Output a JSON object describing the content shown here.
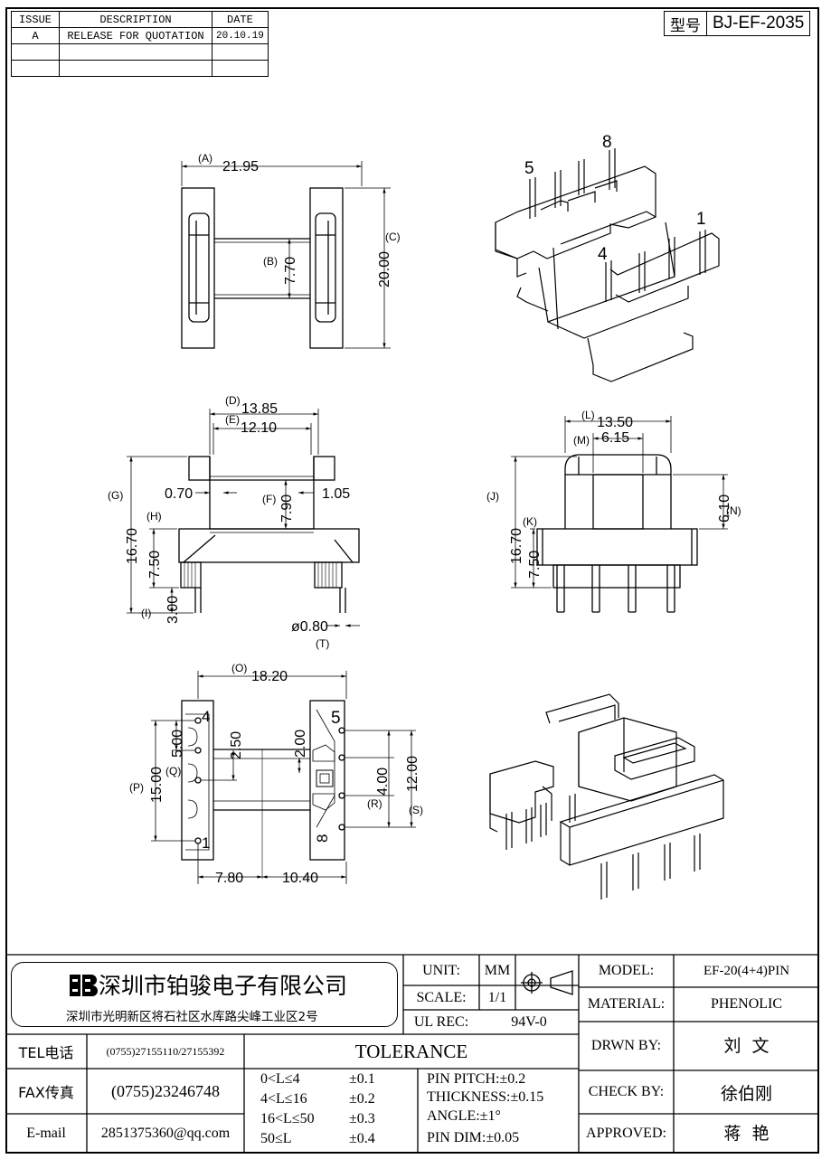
{
  "revision": {
    "headers": {
      "issue": "ISSUE",
      "description": "DESCRIPTION",
      "date": "DATE"
    },
    "rows": [
      {
        "issue": "A",
        "description": "RELEASE FOR QUOTATION",
        "date": "20.10.19"
      }
    ]
  },
  "model_box": {
    "label": "型号",
    "value": "BJ-EF-2035"
  },
  "views": {
    "top": {
      "A": "(A)",
      "A_val": "21.95",
      "B": "(B)",
      "B_val": "7.70",
      "C": "(C)",
      "C_val": "20.00"
    },
    "front": {
      "D": "(D)",
      "D_val": "13.85",
      "E": "(E)",
      "E_val": "12.10",
      "G": "(G)",
      "G_val": "16.70",
      "H": "(H)",
      "H_val": "7.50",
      "I": "(I)",
      "I_val": "3.00",
      "F": "(F)",
      "F_val": "7.90",
      "w1": "0.70",
      "w2": "1.05",
      "T": "(T)",
      "T_val": "ø0.80"
    },
    "side": {
      "L": "(L)",
      "L_val": "13.50",
      "M": "(M)",
      "M_val": "6.15",
      "J": "(J)",
      "J_val": "16.70",
      "K": "(K)",
      "K_val": "7.50",
      "N": "(N)",
      "N_val": "6.10"
    },
    "bottom": {
      "O": "(O)",
      "O_val": "18.20",
      "P": "(P)",
      "P_val": "15.00",
      "Q": "(Q)",
      "Q_val": "5.00",
      "v250": "2.50",
      "v200": "2.00",
      "R": "(R)",
      "R_val": "4.00",
      "S": "(S)",
      "S_val": "12.00",
      "v780": "7.80",
      "v1040": "10.40",
      "pin4": "4",
      "pin1": "1",
      "pin5": "5",
      "pin8": "8"
    },
    "iso_top": {
      "pin5": "5",
      "pin8": "8",
      "pin4": "4",
      "pin1": "1"
    }
  },
  "title_block": {
    "company_name": "深圳市铂骏电子有限公司",
    "company_address": "深圳市光明新区将石社区水库路尖峰工业区2号",
    "unit_label": "UNIT:",
    "unit_value": "MM",
    "scale_label": "SCALE:",
    "scale_value": "1/1",
    "ul_label": "UL REC:",
    "ul_value": "94V-0",
    "model_label": "MODEL:",
    "model_value": "EF-20(4+4)PIN",
    "material_label": "MATERIAL:",
    "material_value": "PHENOLIC",
    "drawn_label": "DRWN BY:",
    "drawn_value": "刘  文",
    "check_label": "CHECK BY:",
    "check_value": "徐伯刚",
    "approved_label": "APPROVED:",
    "approved_value": "蒋  艳",
    "tel_label": "TEL电话",
    "tel_value": "(0755)27155110/27155392",
    "fax_label": "FAX传真",
    "fax_value": "(0755)23246748",
    "email_label": "E-mail",
    "email_value": "2851375360@qq.com",
    "tolerance_title": "TOLERANCE",
    "tolerance_ranges": [
      {
        "range": "0<L≤4",
        "tol": "±0.1"
      },
      {
        "range": "4<L≤16",
        "tol": "±0.2"
      },
      {
        "range": "16<L≤50",
        "tol": "±0.3"
      },
      {
        "range": "50≤L",
        "tol": "±0.4"
      }
    ],
    "pin_pitch": "PIN PITCH:±0.2",
    "thickness": "THICKNESS:±0.15",
    "angle": "ANGLE:±1°",
    "pin_dim": "PIN DIM:±0.05"
  }
}
